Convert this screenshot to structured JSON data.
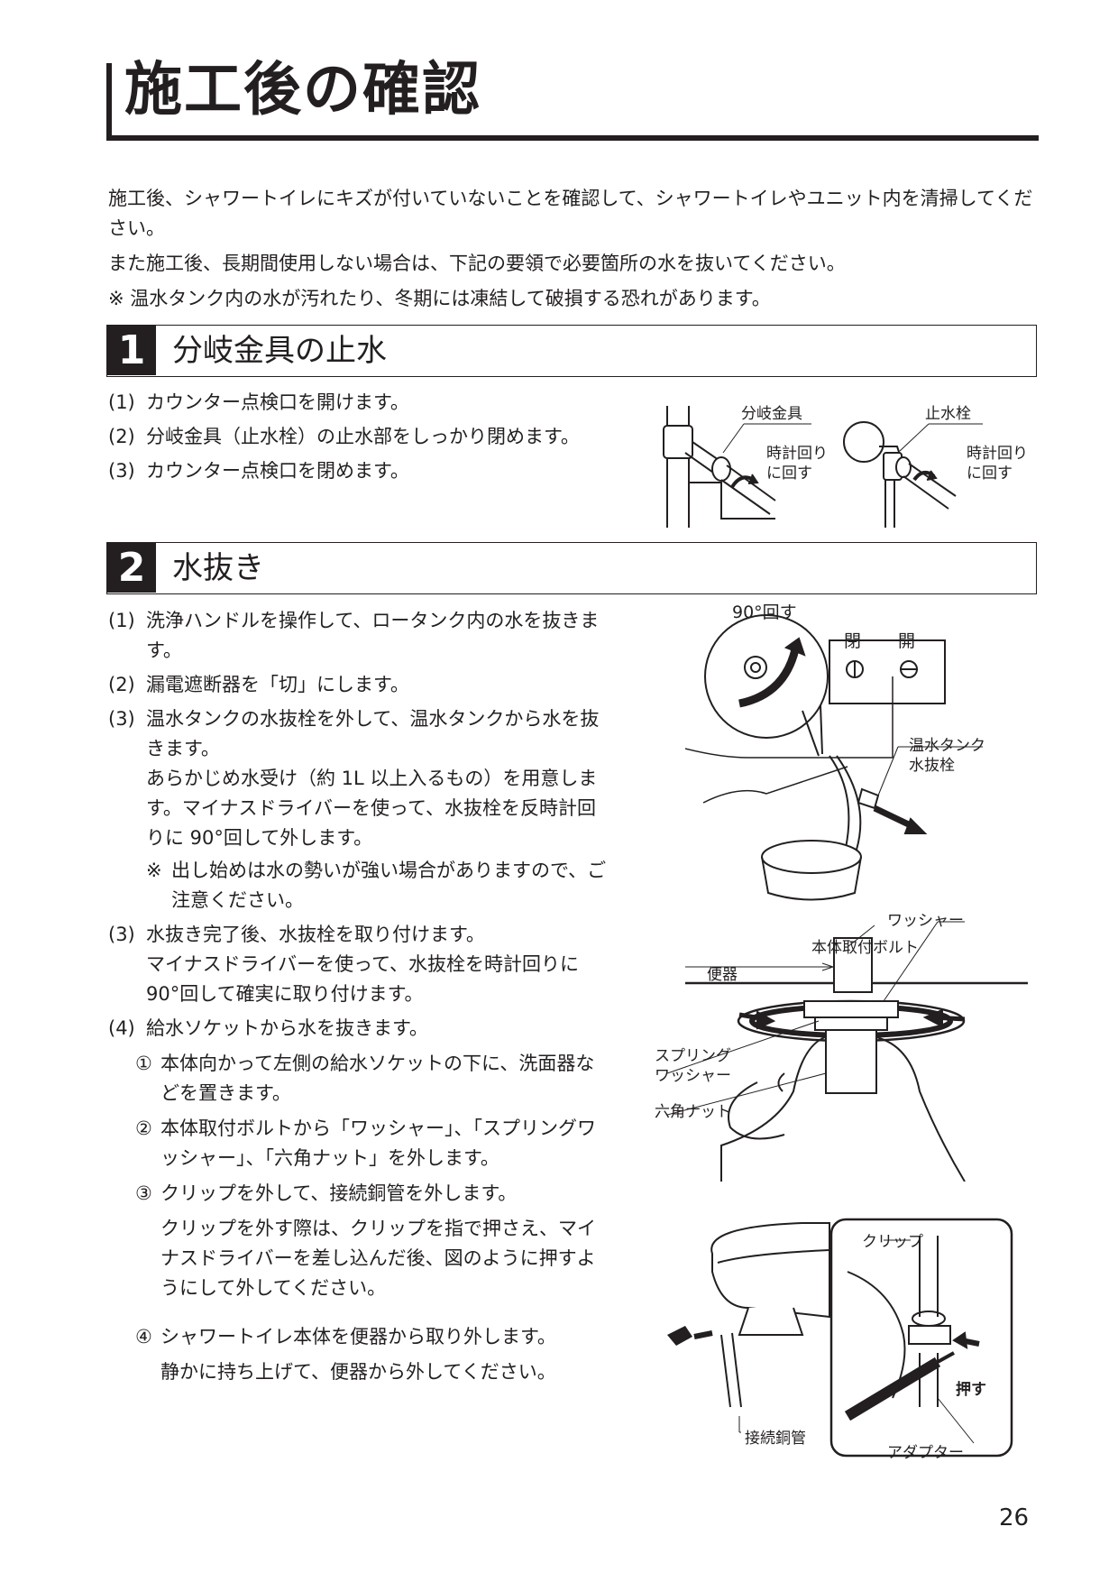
{
  "title": "施工後の確認",
  "intro": [
    "施工後、シャワートイレにキズが付いていないことを確認して、シャワートイレやユニット内を清掃してください。",
    "また施工後、長期間使用しない場合は、下記の要領で必要箇所の水を抜いてください。",
    "※ 温水タンク内の水が汚れたり、冬期には凍結して破損する恐れがあります。"
  ],
  "section1": {
    "number": "1",
    "title": "分岐金具の止水",
    "steps": [
      {
        "num": "(1)",
        "text": "カウンター点検口を開けます。"
      },
      {
        "num": "(2)",
        "text": "分岐金具（止水栓）の止水部をしっかり閉めます。"
      },
      {
        "num": "(3)",
        "text": "カウンター点検口を閉めます。"
      }
    ],
    "figure": {
      "label_a": "分岐金具",
      "label_b": "止水栓",
      "rotate_line1": "時計回り",
      "rotate_line2": "に回す"
    }
  },
  "section2": {
    "number": "2",
    "title": "水抜き",
    "steps": {
      "s1_num": "(1)",
      "s1_text": "洗浄ハンドルを操作して、ロータンク内の水を抜きます。",
      "s2_num": "(2)",
      "s2_text": "漏電遮断器を「切」にします。",
      "s3_num": "(3)",
      "s3_text": "温水タンクの水抜栓を外して、温水タンクから水を抜きます。",
      "s3_sub": "あらかじめ水受け（約 1L 以上入るもの）を用意します。マイナスドライバーを使って、水抜栓を反時計回りに 90°回して外します。",
      "s3_note_mark": "※",
      "s3_note": "出し始めは水の勢いが強い場合がありますので、ご注意ください。",
      "s4_num": "(3)",
      "s4_text": "水抜き完了後、水抜栓を取り付けます。",
      "s4_sub": "マイナスドライバーを使って、水抜栓を時計回りに 90°回して確実に取り付けます。",
      "s5_num": "(4)",
      "s5_text": "給水ソケットから水を抜きます。",
      "c1_num": "①",
      "c1_text": "本体向かって左側の給水ソケットの下に、洗面器などを置きます。",
      "c2_num": "②",
      "c2_text": "本体取付ボルトから「ワッシャー」、「スプリングワッシャー」、「六角ナット」を外します。",
      "c3_num": "③",
      "c3_text": "クリップを外して、接続銅管を外します。",
      "c3_sub": "クリップを外す際は、クリップを指で押さえ、マイナスドライバーを差し込んだ後、図のように押すようにして外してください。",
      "c4_num": "④",
      "c4_text": "シャワートイレ本体を便器から取り外します。",
      "c4_sub": "静かに持ち上げて、便器から外してください。"
    },
    "fig1": {
      "rotate": "90°回す",
      "closed": "閉",
      "open": "開",
      "plug_line1": "温水タンク",
      "plug_line2": "水抜栓"
    },
    "fig2": {
      "washer": "ワッシャー",
      "bolt": "本体取付ボルト",
      "bowl": "便器",
      "spring_line1": "スプリング",
      "spring_line2": "ワッシャー",
      "nut": "六角ナット"
    },
    "fig3": {
      "clip": "クリップ",
      "push": "押す",
      "pipe": "接続銅管",
      "adapter": "アダプター"
    }
  },
  "page_number": "26"
}
